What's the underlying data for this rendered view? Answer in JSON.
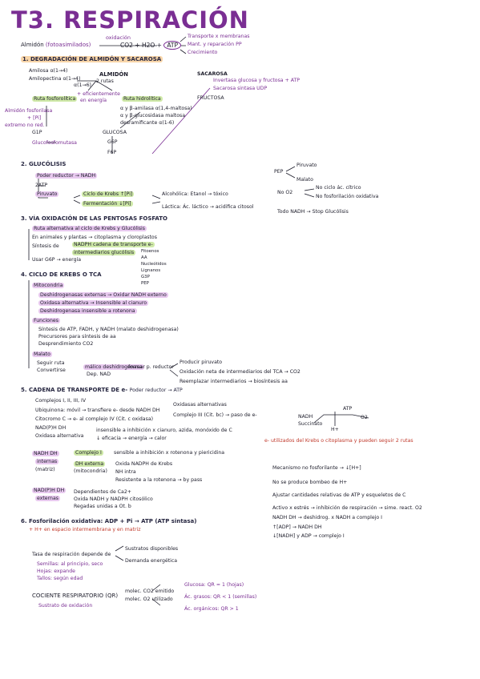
{
  "title": "T3. RESPIRACIÓN",
  "intro": {
    "reactants": "Almidón",
    "reactants_note": "(fotoasimilados)",
    "arrow_label": "oxidación",
    "products": "CO2 + H2O +",
    "atp": "ATP",
    "uses": [
      "Transporte x membranas",
      "Mant. y reparación PP",
      "Crecimiento"
    ]
  },
  "s1": {
    "heading": "1. DEGRADACIÓN DE ALMIDÓN Y SACAROSA",
    "amilosa": "Amilosa α(1→4)",
    "amilopectina": "Amilopectina α(1→4)",
    "amilopectina2": "α(1→6)",
    "almidon": "ALMIDÓN",
    "rutas": "2 rutas",
    "ruta_fosforolitica": "Ruta fosforolítica",
    "ruta_hidrolitica": "Ruta hidrolítica",
    "mas_eficiente": "+ eficientemente",
    "energia": "en energía",
    "almidon_fosforilasa": "Almidón fosforilasa",
    "pi": "+ [Pi]",
    "extremo": "extremo no red.",
    "g1p": "G1P",
    "glucofosfomutasa": "Glucofosfomutasa",
    "amilasa1": "α y β-amilasa α(1,4-maltosa)",
    "amilasa2": "α y β-glucosidasa maltosa",
    "desramificante": "desramificante α(1-6)",
    "glucosa": "GLUCOSA",
    "g6p": "G6P",
    "f6p": "F6P",
    "sacarosa": "SACAROSA",
    "invertasa": "Invertasa glucosa y fructosa + ATP",
    "sacarosa_sintasa": "Sacarosa sintasa UDP",
    "fructosa": "FRUCTOSA"
  },
  "s2": {
    "heading": "2. GLUCÓLISIS",
    "poder_reductor": "Poder reductor → NADH",
    "atp2": "2ATP",
    "piruvato": "Piruvato",
    "ciclo_krebs": "Ciclo de Krebs ↑[Pi]",
    "fermentacion": "Fermentación ↓[Pi]",
    "alcoholica": "Alcohólica: Etanol → tóxico",
    "lactica": "Láctica: Ác. láctico → acidifica citosol",
    "pep": "PEP",
    "piruvato_r": "Piruvato",
    "malato": "Malato",
    "no2": "No O2",
    "no_ciclo": "No ciclo ác. cítrico",
    "no_fosf": "No fosforilación oxidativa",
    "todo_nadh": "Todo NADH → Stop Glucólisis"
  },
  "s3": {
    "heading": "3. VÍA OXIDACIÓN DE LAS PENTOSAS FOSFATO",
    "ruta_alt": "Ruta alternativa al ciclo de Krebs y Glucólisis",
    "animales": "En animales y plantas → citoplasma y cloroplastos",
    "sintesis": "Síntesis de",
    "nadph": "NADPH cadena de transporte e-",
    "intermediarios": "intermediarios glucólisis",
    "usar_g6p": "Usar G6P → energía",
    "lista": [
      "Fitoenos",
      "AA",
      "Nucleótidos",
      "Lignanos",
      "G3P",
      "PEP"
    ]
  },
  "s4": {
    "heading": "4. CICLO DE KREBS O TCA",
    "mitocondria": "Mitocondria",
    "deshidrog": "Deshidrogenasas externas → Oxidar NADH externo",
    "oxidasa": "Oxidasa alternativa → Insensible al cianuro",
    "deshidrog_int": "Deshidrogenasa insensible a rotenona",
    "funciones": "Funciones",
    "sintesis_atp": "Síntesis de ATP, FADH, y NADH (malato deshidrogenasa)",
    "precursores": "Precursores para síntesis de aa",
    "desprendimiento": "Desprendimiento CO2",
    "malato_h": "Malato",
    "seguir": "Seguir ruta",
    "convertirse": "Convertirse",
    "malico": "málico deshidrogenasa",
    "dep_nad": "Dep. NAD",
    "formar": "formar p. reductor",
    "producir_pir": "Producir piruvato",
    "oxidacion": "Oxidación neta de intermediarios del TCA → CO2",
    "reemplazar": "Reemplazar intermediarios → biosíntesis aa"
  },
  "s5": {
    "heading": "5. CADENA DE TRANSPORTE DE e-",
    "heading2": "Poder reductor → ATP",
    "complejos": "Complejos I, II, III, IV",
    "ubiquinona": "Ubiquinona: móvil → transfiere e- desde NADH DH",
    "oxidasas": "Oxidasas alternativas",
    "complejo3": "Complejo III (Cit. bc) → paso de e-",
    "citocromo": "Citocromo C → e- al complejo IV (Cit. c oxidasa)",
    "nadph_dh": "NAD(P)H DH",
    "oxidasa_alt": "Oxidasa alternativa",
    "insensible": "insensible a inhibición x cianuro, azida, monóxido de C",
    "eficacia": "↓ eficacia → energía → calor",
    "nadh_dh": "NADH DH",
    "internas": "internas",
    "matriz": "(matriz)",
    "complejo1": "Complejo I",
    "sensible": "sensible a inhibición x rotenona y piericidina",
    "dh_externa": "DH externa",
    "mitocondria_p": "(mitocondria)",
    "oxida_nadph": "Oxida NADPH de Krebs",
    "nadh_intra": "NH intra",
    "resistente": "Resistente a la rotenona → by pass",
    "nadph_dh_ext": "NAD(P)H DH",
    "externas": "externas",
    "dependientes": "Dependientes de Ca2+",
    "oxida_nadh": "Oxida NADH y NADPH citosólico",
    "regadas": "Regadas unidas a Ot. b",
    "atp_diagram": "ATP",
    "nadh_diag": "NADH",
    "succinato": "Succinato",
    "o2": "O2",
    "h_plus": "H+",
    "nota_roja": "e- utilizados del Krebs o citoplasma y pueden seguir 2 rutas",
    "mecanismo": "Mecanismo no fosforilante → ↓[H+]",
    "no_se_produce": "No se produce bombeo de H+",
    "ajustar": "Ajustar cantidades relativas de ATP y esqueletos de C",
    "activo": "Activo x estrés → inhibición de respiración → sime. react. O2",
    "nadh_dh2": "NADH DH → deshidrog. x NADH a complejo I",
    "adp_up": "↑[ADP] → NADH DH",
    "nadh_down": "↓[NADH] y ADP → complejo I"
  },
  "s6": {
    "heading": "6. Fosforilación oxidativa: ADP + Pi → ATP (ATP sintasa)",
    "sub": "+ H+ en espacio intermembrana y en matriz",
    "tasa": "Tasa de respiración depende de",
    "sustratos": "Sustratos disponibles",
    "demanda": "Demanda energética",
    "semillas": "Semillas: al principio, seco",
    "hojas": "Hojas: expande",
    "tallos": "Tallos: según edad",
    "cociente": "COCIENTE RESPIRATORIO (QR)",
    "molec1": "molec. CO2 emitido",
    "molec2": "molec. O2 utilizado",
    "sustrato_ox": "Sustrato de oxidación",
    "glucosa_qr": "Glucosa: QR = 1 (hojas)",
    "ac_grasos": "Ác. grasos: QR < 1 (semillas)",
    "ac_organicos": "Ác. orgánicos: QR > 1"
  }
}
